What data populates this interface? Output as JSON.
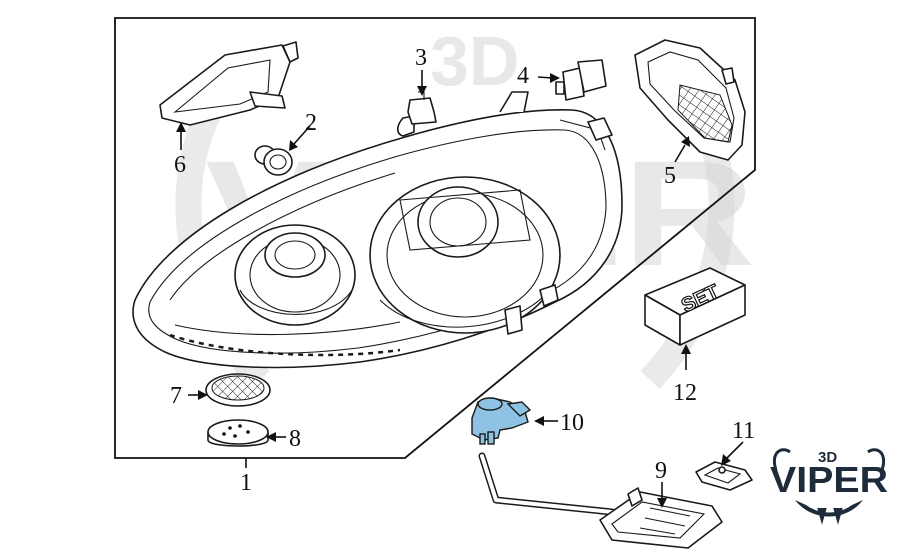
{
  "diagram": {
    "callouts": [
      {
        "id": "1",
        "label": "1"
      },
      {
        "id": "2",
        "label": "2"
      },
      {
        "id": "3",
        "label": "3"
      },
      {
        "id": "4",
        "label": "4"
      },
      {
        "id": "5",
        "label": "5"
      },
      {
        "id": "6",
        "label": "6"
      },
      {
        "id": "7",
        "label": "7"
      },
      {
        "id": "8",
        "label": "8"
      },
      {
        "id": "9",
        "label": "9"
      },
      {
        "id": "10",
        "label": "10"
      },
      {
        "id": "11",
        "label": "11"
      },
      {
        "id": "12",
        "label": "12"
      }
    ],
    "set_box_text": "SET",
    "highlight_color": "#8fc3e4"
  },
  "watermark": {
    "badge": "3D",
    "word": "VIPER"
  },
  "logo": {
    "badge": "3D",
    "word": "VIPER",
    "color": "#1d2b3a"
  }
}
